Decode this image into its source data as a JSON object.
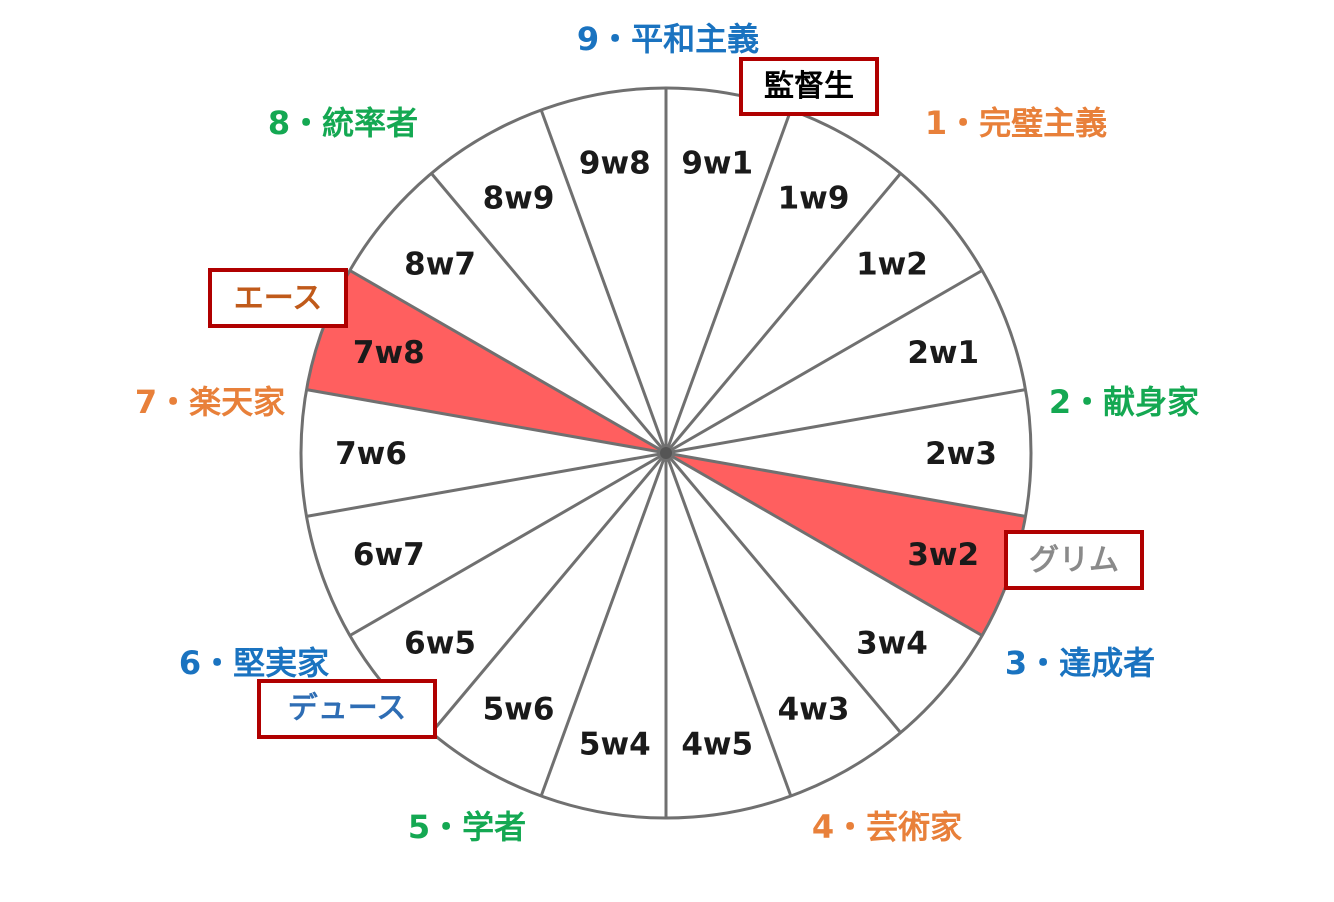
{
  "colors": {
    "blue": "#1a73c0",
    "orange": "#e8803a",
    "green": "#14a852",
    "highlight": "#ff5f5f",
    "wheel_line": "#707070",
    "box_border": "#b00000"
  },
  "wheel": {
    "segments": [
      {
        "label": "9w1",
        "highlight": false
      },
      {
        "label": "1w9",
        "highlight": false
      },
      {
        "label": "1w2",
        "highlight": false
      },
      {
        "label": "2w1",
        "highlight": false
      },
      {
        "label": "2w3",
        "highlight": false
      },
      {
        "label": "3w2",
        "highlight": true
      },
      {
        "label": "3w4",
        "highlight": false
      },
      {
        "label": "4w3",
        "highlight": false
      },
      {
        "label": "4w5",
        "highlight": false
      },
      {
        "label": "5w4",
        "highlight": false
      },
      {
        "label": "5w6",
        "highlight": false
      },
      {
        "label": "6w5",
        "highlight": false
      },
      {
        "label": "6w7",
        "highlight": false
      },
      {
        "label": "7w6",
        "highlight": false
      },
      {
        "label": "7w8",
        "highlight": true
      },
      {
        "label": "8w7",
        "highlight": false
      },
      {
        "label": "8w9",
        "highlight": false
      },
      {
        "label": "9w8",
        "highlight": false
      }
    ]
  },
  "types": [
    {
      "text": "9・平和主義",
      "color": "blue"
    },
    {
      "text": "1・完璧主義",
      "color": "orange"
    },
    {
      "text": "2・献身家",
      "color": "green"
    },
    {
      "text": "3・達成者",
      "color": "blue"
    },
    {
      "text": "4・芸術家",
      "color": "orange"
    },
    {
      "text": "5・学者",
      "color": "green"
    },
    {
      "text": "6・堅実家",
      "color": "blue"
    },
    {
      "text": "7・楽天家",
      "color": "orange"
    },
    {
      "text": "8・統率者",
      "color": "green"
    }
  ],
  "characters": [
    {
      "text": "監督生",
      "color": "#000000"
    },
    {
      "text": "エース",
      "color": "#c05a1a"
    },
    {
      "text": "グリム",
      "color": "#8a8a8a"
    },
    {
      "text": "デュース",
      "color": "#2e6db4"
    }
  ]
}
